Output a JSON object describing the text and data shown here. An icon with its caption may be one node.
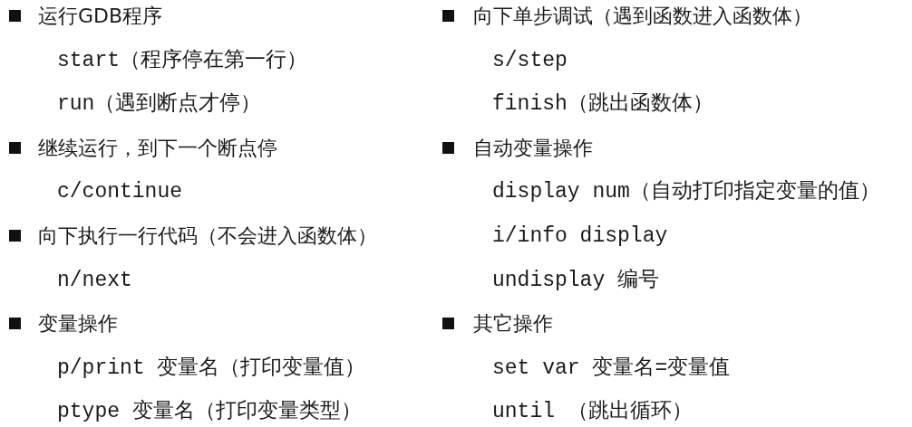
{
  "diagram": {
    "labels": [
      "运行GDB程序",
      "start（程序停在第一行）",
      "run（遇到断点才停）",
      "继续运行，到下一个断点停",
      "c/continue",
      "向下执行一行代码（不会进入函数体）",
      "n/next",
      "变量操作",
      "p/print 变量名（打印变量值）",
      "ptype 变量名（打印变量类型）",
      "向下单步调试（遇到函数进入函数体）",
      "s/step",
      "finish（跳出函数体）",
      "自动变量操作",
      "display num（自动打印指定变量的值）",
      "i/info display",
      "undisplay 编号",
      "其它操作",
      "set var 变量名=变量值",
      "until （跳出循环）"
    ]
  }
}
